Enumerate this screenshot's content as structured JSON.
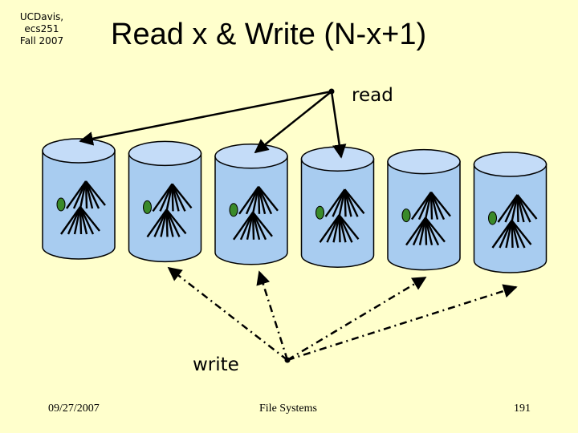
{
  "header": {
    "course": "UCDavis, ecs251\nFall 2007"
  },
  "slide": {
    "title": "Read x & Write (N-x+1)"
  },
  "diagram": {
    "read_label": "read",
    "write_label": "write",
    "disk_count": 6,
    "colors": {
      "disk_body": "#a8ccf0",
      "disk_top": "#c4dcf8",
      "disk_outline": "#000000",
      "green_node": "#3a8a2a",
      "arrow": "#000000"
    }
  },
  "footer": {
    "date": "09/27/2007",
    "topic": "File Systems",
    "page": "191"
  }
}
